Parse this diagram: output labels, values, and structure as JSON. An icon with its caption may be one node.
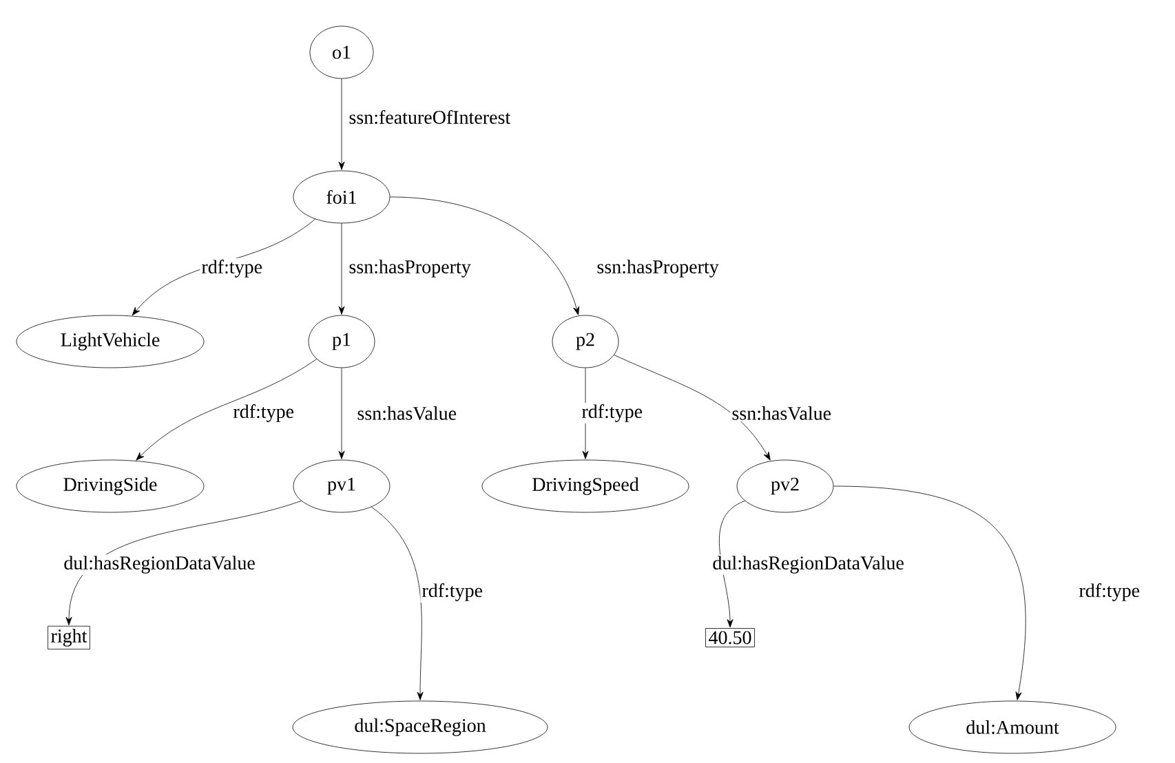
{
  "diagram": {
    "nodes": [
      {
        "text": [
          "o1"
        ]
      },
      {
        "text": [
          "foi1"
        ]
      },
      {
        "text": [
          "LightVehicle"
        ]
      },
      {
        "text": [
          "p1"
        ]
      },
      {
        "text": [
          "p2"
        ]
      },
      {
        "text": [
          "DrivingSide"
        ]
      },
      {
        "text": [
          "pv1"
        ]
      },
      {
        "text": [
          "DrivingSpeed"
        ]
      },
      {
        "text": [
          "pv2"
        ]
      },
      {
        "text": [
          "right"
        ]
      },
      {
        "text": [
          "dul:SpaceRegion"
        ]
      },
      {
        "text": [
          "40.50"
        ]
      },
      {
        "text": [
          "dul:Amount"
        ]
      }
    ],
    "edges": [
      {
        "from": 0,
        "to": 1,
        "arrow": "to",
        "label": "ssn:featureOfInterest"
      },
      {
        "from": 1,
        "to": 2,
        "arrow": "to",
        "label": "rdf:type"
      },
      {
        "from": 1,
        "to": 3,
        "arrow": "to",
        "label": "ssn:hasProperty"
      },
      {
        "from": 1,
        "to": 4,
        "arrow": "to",
        "label": "ssn:hasProperty"
      },
      {
        "from": 3,
        "to": 5,
        "arrow": "to",
        "label": "rdf:type"
      },
      {
        "from": 3,
        "to": 6,
        "arrow": "to",
        "label": "ssn:hasValue"
      },
      {
        "from": 4,
        "to": 7,
        "arrow": "to",
        "label": "rdf:type"
      },
      {
        "from": 4,
        "to": 8,
        "arrow": "to",
        "label": "ssn:hasValue"
      },
      {
        "from": 6,
        "to": 9,
        "arrow": "to",
        "label": "dul:hasRegionDataValue"
      },
      {
        "from": 6,
        "to": 10,
        "arrow": "to",
        "label": "rdf:type"
      },
      {
        "from": 8,
        "to": 11,
        "arrow": "to",
        "label": "dul:hasRegionDataValue"
      },
      {
        "from": 8,
        "to": 12,
        "arrow": "to",
        "label": "rdf:type"
      }
    ]
  }
}
